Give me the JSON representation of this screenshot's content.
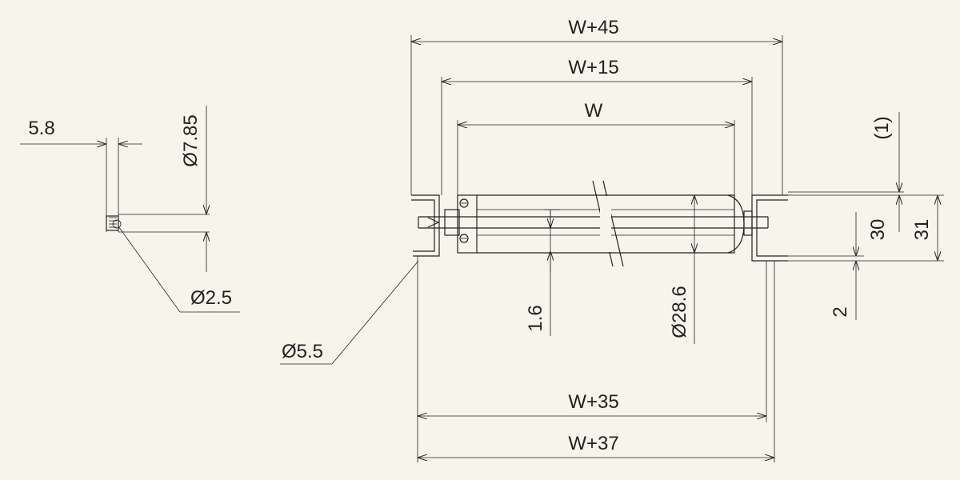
{
  "labels": {
    "w45": "W+45",
    "w15": "W+15",
    "w": "W",
    "w35": "W+35",
    "w37": "W+37",
    "d785": "Ø7.85",
    "s58": "5.8",
    "d25": "Ø2.5",
    "d55": "Ø5.5",
    "t16": "1.6",
    "d286": "Ø28.6",
    "h30": "30",
    "h31": "31",
    "p1": "(1)",
    "g2": "2"
  },
  "colors": {
    "line": "#222222",
    "background": "#f7f4ec"
  }
}
